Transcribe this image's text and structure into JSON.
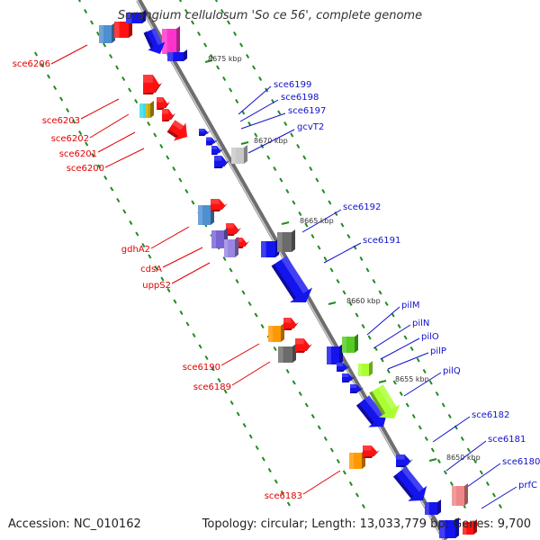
{
  "title": "Sorangium cellulosum 'So ce 56', complete genome",
  "footer": {
    "accession": "Accession: NC_010162",
    "topology": "Topology: circular; Length: 13,033,779 bp; Genes: 9,700"
  },
  "colors": {
    "backbone": "#8a8a8a",
    "reverse_label": "#e00000",
    "forward_label": "#1010cc",
    "scale_dot": "#1f8a1f",
    "red": "#ff1111",
    "blue": "#1414ee",
    "magenta": "#ff33cc",
    "cyan": "#33ddee",
    "steel_blue": "#4e8fcf",
    "purple": "#7a64d4",
    "gray": "#6b6b6b",
    "light_gray": "#c8c8c8",
    "orange": "#ff9900",
    "lime": "#aaff33",
    "green": "#55cc22",
    "pink": "#ee8888"
  },
  "scale_labels": [
    "8675 kbp",
    "8670 kbp",
    "8665 kbp",
    "8660 kbp",
    "8655 kbp",
    "8650 kbp"
  ],
  "reverse_genes": [
    "sce6206",
    "sce6203",
    "sce6202",
    "sce6201",
    "sce6200",
    "gdhA2",
    "cdsA",
    "uppS2",
    "sce6190",
    "sce6189",
    "sce6183"
  ],
  "forward_genes": [
    "sce6199",
    "sce6198",
    "sce6197",
    "gcvT2",
    "sce6192",
    "sce6191",
    "pilM",
    "pilN",
    "pilO",
    "pilP",
    "pilQ",
    "sce6182",
    "sce6181",
    "sce6180",
    "prfC"
  ]
}
